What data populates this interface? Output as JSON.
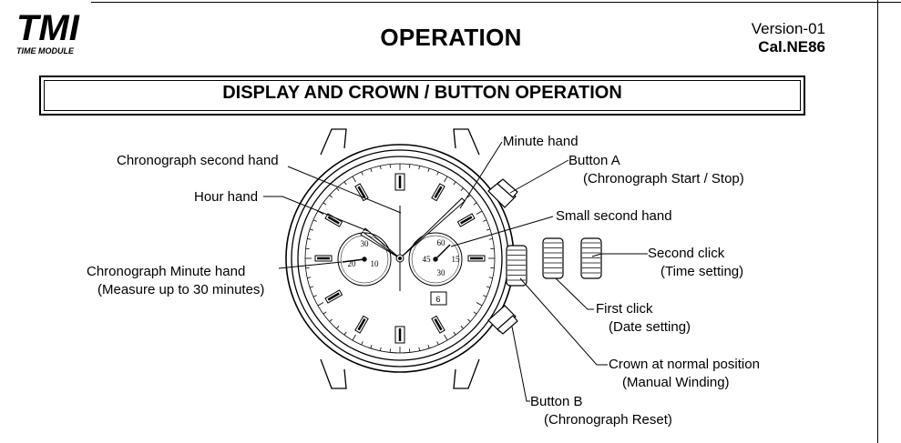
{
  "header": {
    "logo_text": "TMI",
    "logo_subtext": "TIME MODULE",
    "title": "OPERATION",
    "version": "Version-01",
    "caliber": "Cal.NE86"
  },
  "section": {
    "title": "DISPLAY AND CROWN / BUTTON OPERATION"
  },
  "diagram": {
    "labels": {
      "chrono_second_hand": "Chronograph second hand",
      "hour_hand": "Hour hand",
      "chrono_minute_hand": "Chronograph Minute hand",
      "chrono_minute_hand_note": "(Measure up to 30 minutes)",
      "minute_hand": "Minute hand",
      "button_a": "Button A",
      "button_a_note": "(Chronograph Start / Stop)",
      "small_second_hand": "Small second hand",
      "second_click": "Second click",
      "second_click_note": "(Time setting)",
      "first_click": "First click",
      "first_click_note": "(Date setting)",
      "crown_normal": "Crown at normal position",
      "crown_normal_note": "(Manual Winding)",
      "button_b": "Button B",
      "button_b_note": "(Chronograph Reset)"
    },
    "left_subdial_numbers": [
      "30",
      "20",
      "10"
    ],
    "right_subdial_numbers": [
      "60",
      "45",
      "15",
      "30"
    ]
  },
  "icons": [
    "tmi-logo-icon",
    "watch-illustration-icon"
  ]
}
